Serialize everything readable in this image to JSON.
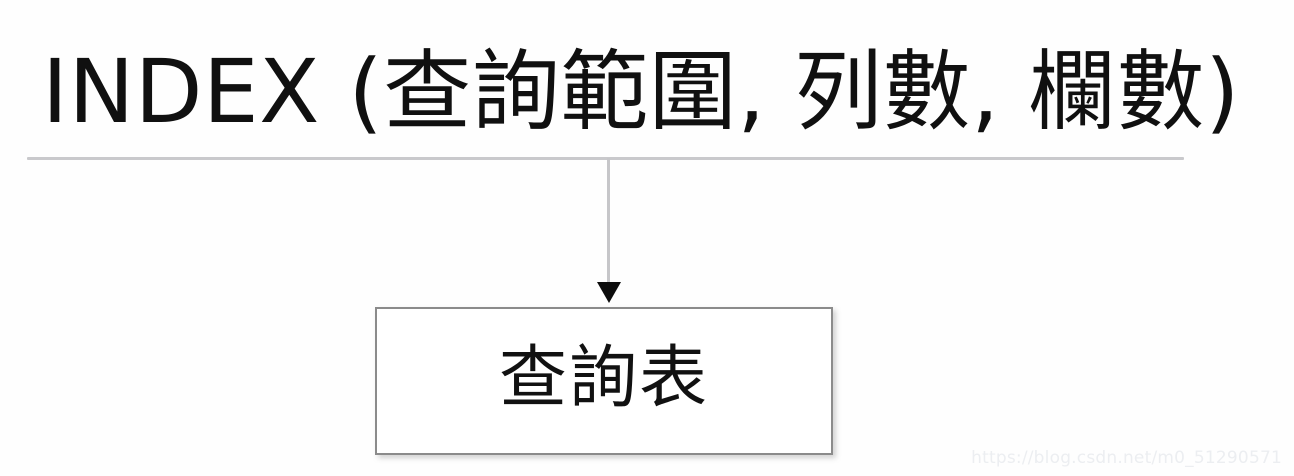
{
  "diagram": {
    "title": "INDEX (查詢範圍, 列數, 欄數)",
    "divider_color": "#c9c9cc",
    "connector": {
      "name": "downward-arrow",
      "line_color": "#c6c6c9",
      "head_color": "#0c0c0c"
    },
    "target_box": {
      "label": "查詢表",
      "border_color": "#8b8b8b",
      "fill_color": "#ffffff",
      "text_color": "#111111"
    }
  },
  "watermark": {
    "text": "https://blog.csdn.net/m0_51290571",
    "color": "#eceef1"
  }
}
